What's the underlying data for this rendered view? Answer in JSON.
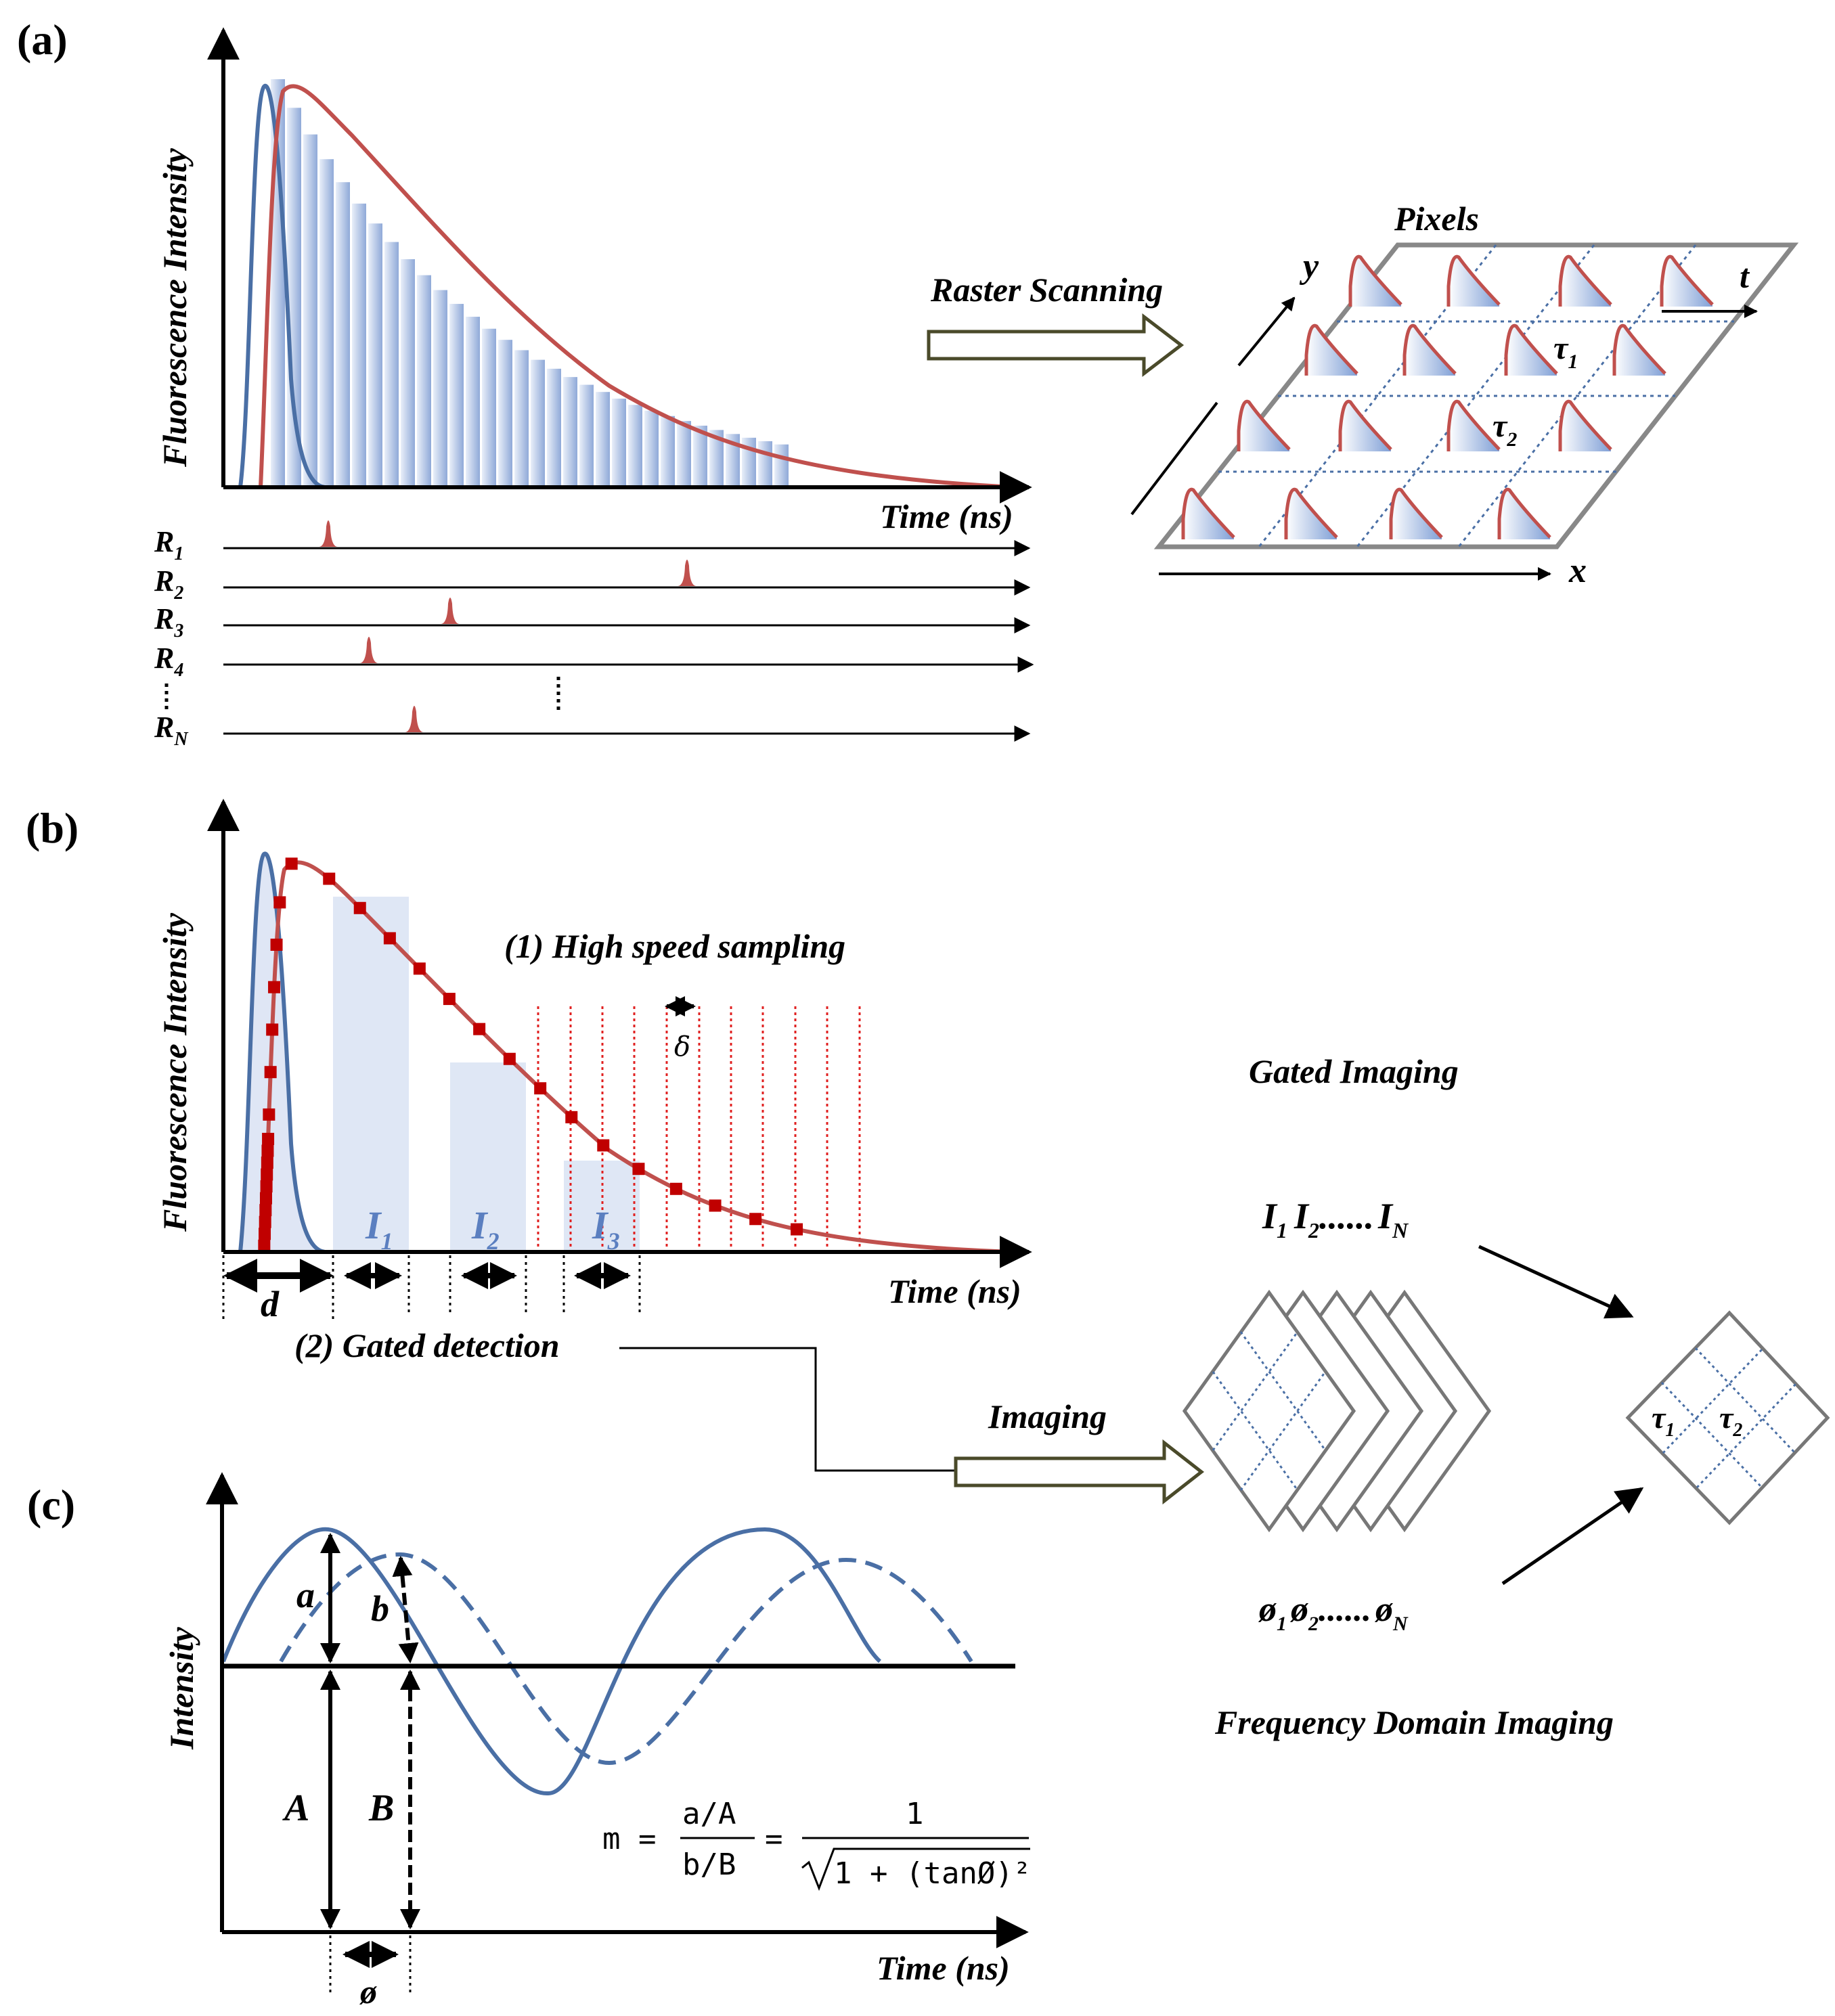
{
  "panels": {
    "a": "(a)",
    "b": "(b)",
    "c": "(c)"
  },
  "panel_a": {
    "ylabel": "Fluorescence Intensity",
    "xlabel": "Time (ns)",
    "rows": [
      "R",
      "R",
      "R",
      "R",
      "R"
    ],
    "row_subs": [
      "1",
      "2",
      "3",
      "4",
      "N"
    ],
    "raster_label": "Raster Scanning",
    "pixels_label": "Pixels",
    "axis_x": "x",
    "axis_y": "y",
    "axis_t": "t",
    "tau1": "τ",
    "tau1_sub": "1",
    "tau2": "τ",
    "tau2_sub": "2"
  },
  "panel_b": {
    "ylabel": "Fluorescence Intensity",
    "xlabel": "Time (ns)",
    "high_speed": "(1)  High speed sampling",
    "delta": "δ",
    "gates": [
      "I",
      "I",
      "I"
    ],
    "gate_subs": [
      "1",
      "2",
      "3"
    ],
    "d_label": "d",
    "gated_detection": "(2)  Gated  detection",
    "imaging_label": "Imaging",
    "gated_imaging": "Gated Imaging",
    "intensities": "I",
    "intensities_mid": "I",
    "intensities_sub": "1",
    "intensities_sub2": "2",
    "intensities_dots": "......",
    "intensities_last": "I",
    "intensities_last_sub": "N",
    "phases": "ø",
    "phases_sub": "1",
    "phases_mid": "ø",
    "phases_sub2": "2",
    "phases_dots": "......",
    "phases_last": "ø",
    "phases_last_sub": "N",
    "freq_imaging": "Frequency Domain Imaging",
    "result_tau1": "τ",
    "result_tau1_sub": "1",
    "result_tau2": "τ",
    "result_tau2_sub": "2"
  },
  "panel_c": {
    "ylabel": "Intensity",
    "xlabel": "Time (ns)",
    "a": "a",
    "b": "b",
    "A": "A",
    "B": "B",
    "phi": "ø",
    "eq_m": "m =",
    "eq_num": "a/A",
    "eq_den": "b/B",
    "eq_eq": "=",
    "eq_one": "1",
    "eq_rad": "1 + (tanØ)²"
  },
  "colors": {
    "excitation": "#4a6fa5",
    "emission": "#c0504d",
    "bins": "#b7c9e8",
    "samples": "#c00000"
  }
}
